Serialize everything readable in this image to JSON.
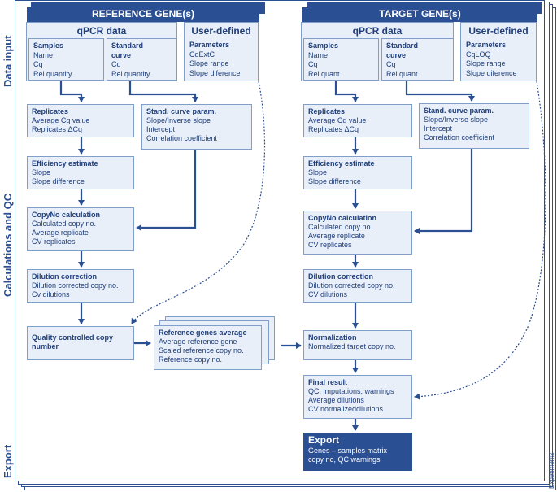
{
  "colors": {
    "primary": "#2b4f93",
    "panel": "#e8eff8",
    "border": "#7f9fc8",
    "text": "#1f3e7a"
  },
  "side_labels": {
    "data_input": "Data input",
    "calc_qc": "Calculations and QC",
    "export": "Export",
    "experiments": "Experiments"
  },
  "reference": {
    "header": "REFERENCE GENE(s)",
    "qpcr_title": "qPCR data",
    "user_title": "User-defined",
    "samples": {
      "title": "Samples",
      "lines": [
        "Name",
        "Cq",
        "Rel quantity"
      ]
    },
    "standard": {
      "title_1": "Standard",
      "title_2": "curve",
      "lines": [
        "Cq",
        "Rel quantity"
      ]
    },
    "params": {
      "title": "Parameters",
      "lines": [
        "CqExtC",
        "Slope range",
        "Slope diference"
      ]
    },
    "replicates": {
      "title": "Replicates",
      "lines": [
        "Average Cq value",
        "Replicates ΔCq"
      ]
    },
    "stand_curve": {
      "title": "Stand. curve param.",
      "lines": [
        "Slope/Inverse slope",
        "Intercept",
        "Correlation coefficient"
      ]
    },
    "efficiency": {
      "title": "Efficiency estimate",
      "lines": [
        "Slope",
        "Slope difference"
      ]
    },
    "copyno": {
      "title": "CopyNo calculation",
      "lines": [
        "Calculated copy no.",
        "Average replicate",
        "CV replicates"
      ]
    },
    "dilution": {
      "title": "Dilution correction",
      "lines": [
        "Dilution corrected copy no.",
        "Cv dilutions"
      ]
    },
    "quality": {
      "title_1": "Quality controlled copy",
      "title_2": "number"
    },
    "ref_avg": {
      "title": "Reference genes average",
      "lines": [
        "Average reference gene",
        "Scaled reference copy no.",
        "Reference copy no."
      ]
    }
  },
  "target": {
    "header": "TARGET GENE(s)",
    "qpcr_title": "qPCR data",
    "user_title": "User-defined",
    "samples": {
      "title": "Samples",
      "lines": [
        "Name",
        "Cq",
        "Rel quant"
      ]
    },
    "standard": {
      "title_1": "Standard",
      "title_2": "curve",
      "lines": [
        "Cq",
        "Rel quant"
      ]
    },
    "params": {
      "title": "Parameters",
      "lines": [
        "CqLOQ",
        "Slope range",
        "Slope diference"
      ]
    },
    "replicates": {
      "title": "Replicates",
      "lines": [
        "Average Cq value",
        "Replicates ΔCq"
      ]
    },
    "stand_curve": {
      "title": "Stand. curve param.",
      "lines": [
        "Slope/Inverse slope",
        "Intercept",
        "Correlation coefficient"
      ]
    },
    "efficiency": {
      "title": "Efficiency estimate",
      "lines": [
        "Slope",
        "Slope difference"
      ]
    },
    "copyno": {
      "title": "CopyNo calculation",
      "lines": [
        "Calculated copy no.",
        "Average replicate",
        "CV replicates"
      ]
    },
    "dilution": {
      "title": "Dilution correction",
      "lines": [
        "Dilution corrected copy no.",
        "CV dilutions"
      ]
    },
    "normalization": {
      "title": "Normalization",
      "lines": [
        "Normalized target copy no."
      ]
    },
    "final": {
      "title": "Final result",
      "lines": [
        "QC, imputations, warnings",
        "Average dilutions",
        "CV normalizeddilutions"
      ]
    },
    "export": {
      "title": "Export",
      "lines": [
        "Genes – samples matrix",
        "copy no, QC warnings"
      ]
    }
  }
}
